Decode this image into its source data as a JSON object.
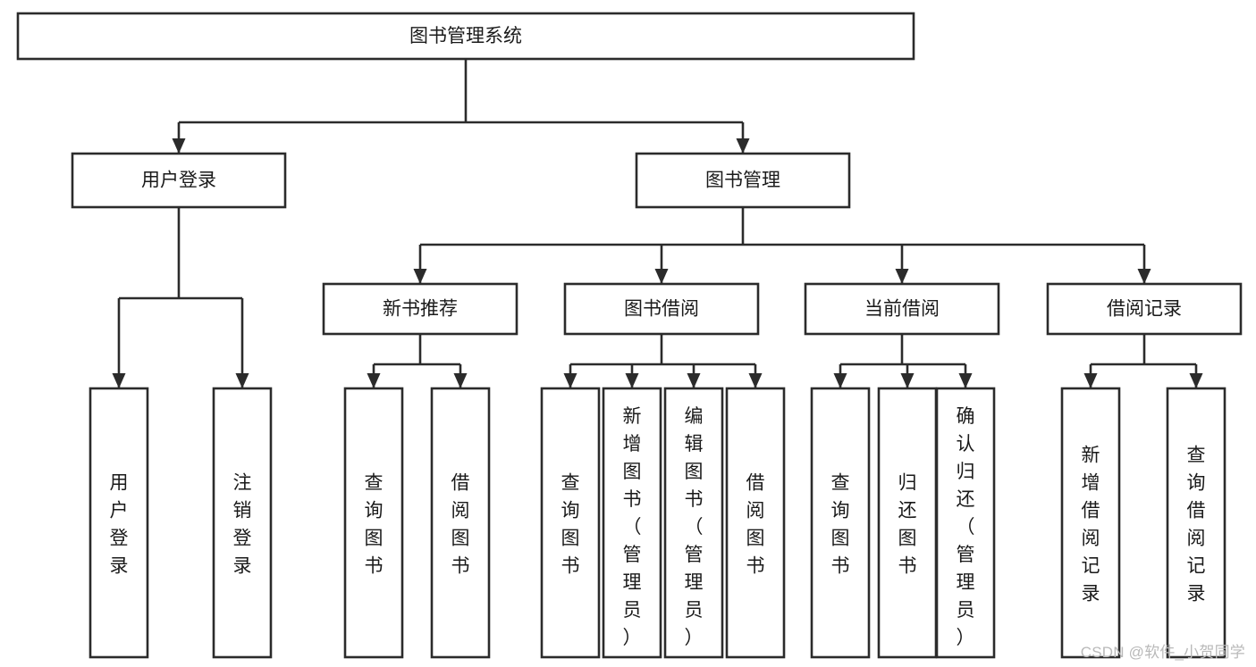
{
  "diagram": {
    "type": "tree",
    "title": "图书管理系统",
    "orientation": "top-down",
    "colors": {
      "box_stroke": "#2b2b2b",
      "box_fill": "#ffffff",
      "connector": "#2b2b2b",
      "text": "#1a1a1a",
      "watermark": "#b9b9b9",
      "background": "#ffffff"
    },
    "root": {
      "label": "图书管理系统"
    },
    "level2": [
      {
        "label": "用户登录"
      },
      {
        "label": "图书管理"
      }
    ],
    "level3": [
      {
        "label": "新书推荐"
      },
      {
        "label": "图书借阅"
      },
      {
        "label": "当前借阅"
      },
      {
        "label": "借阅记录"
      }
    ],
    "groups": [
      {
        "parent": "用户登录",
        "leaves": [
          {
            "label": "用户登录"
          },
          {
            "label": "注销登录"
          }
        ]
      },
      {
        "parent": "新书推荐",
        "leaves": [
          {
            "label": "查询图书"
          },
          {
            "label": "借阅图书"
          }
        ]
      },
      {
        "parent": "图书借阅",
        "leaves": [
          {
            "label": "查询图书"
          },
          {
            "label": "新增图书（管理员）"
          },
          {
            "label": "编辑图书（管理员）"
          },
          {
            "label": "借阅图书"
          }
        ]
      },
      {
        "parent": "当前借阅",
        "leaves": [
          {
            "label": "查询图书"
          },
          {
            "label": "归还图书"
          },
          {
            "label": "确认归还（管理员）"
          }
        ]
      },
      {
        "parent": "借阅记录",
        "leaves": [
          {
            "label": "新增借阅记录"
          },
          {
            "label": "查询借阅记录"
          }
        ]
      }
    ]
  },
  "watermark": {
    "text": "CSDN @软件_小贺同学"
  }
}
